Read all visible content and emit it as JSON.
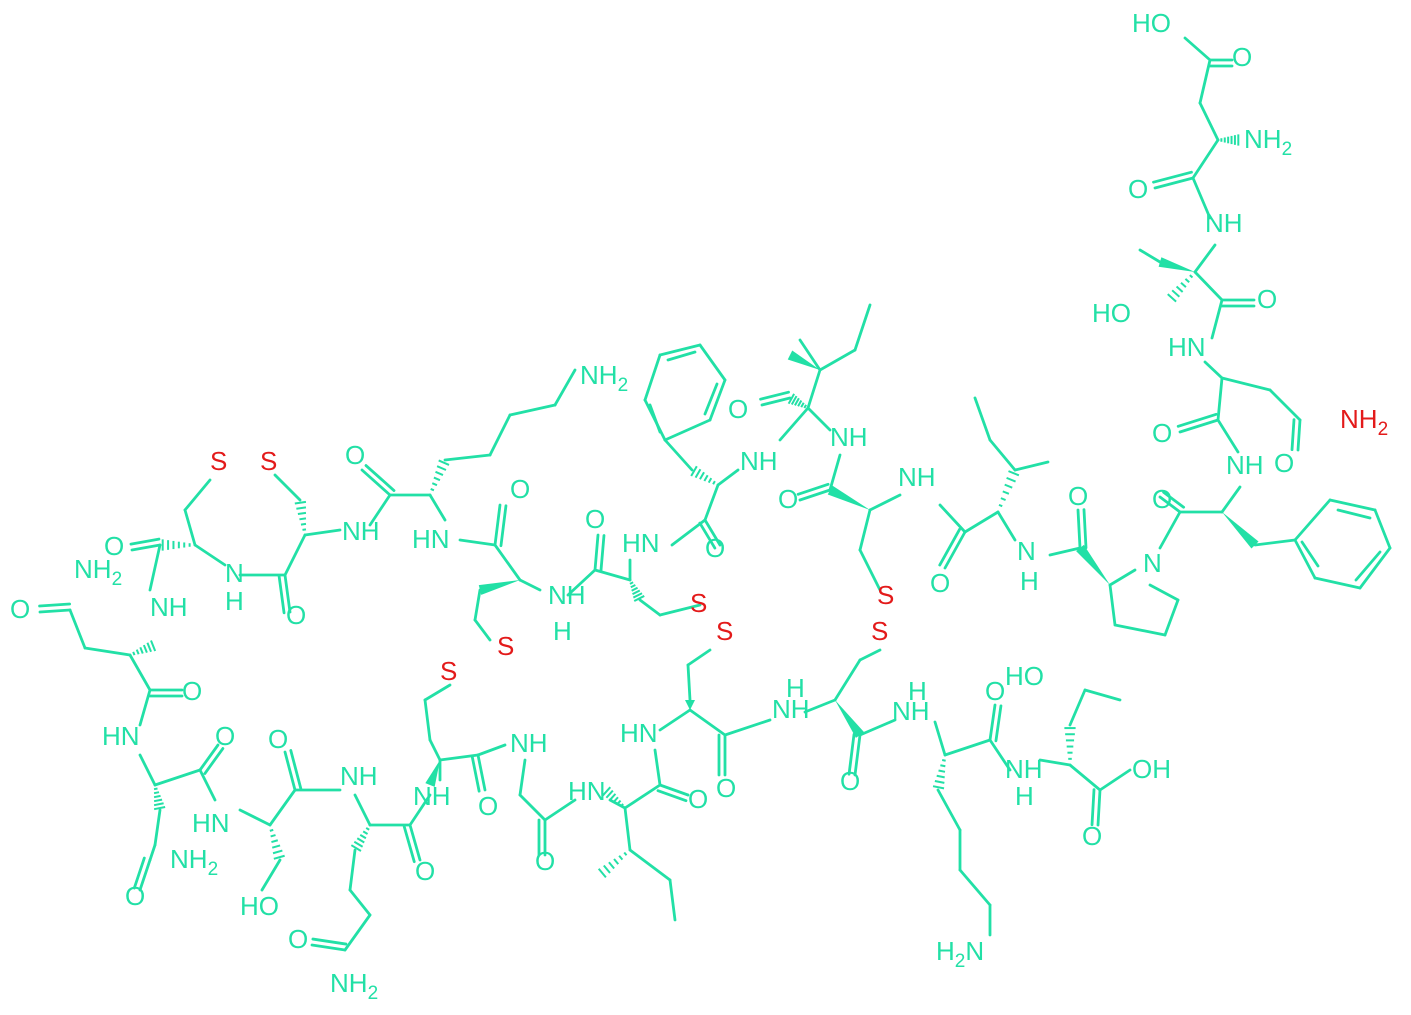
{
  "colors": {
    "bond": "#22e0a6",
    "sulfur": "#e31a1a",
    "background": "#ffffff"
  },
  "labels": {
    "s": "S",
    "nh": "NH",
    "hn": "HN",
    "n": "N",
    "h": "H",
    "o": "O",
    "nh2": "NH2",
    "h2n": "H2N",
    "oh": "OH",
    "ho": "HO"
  }
}
